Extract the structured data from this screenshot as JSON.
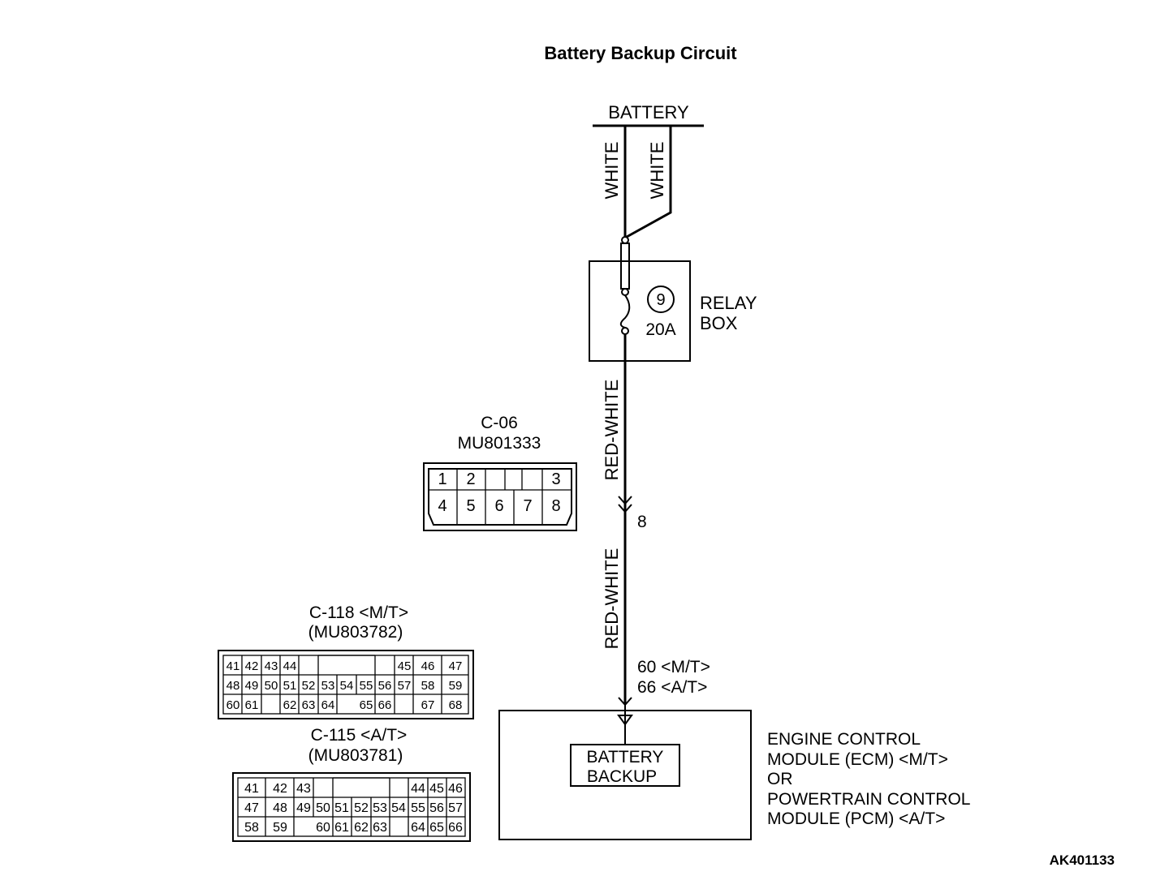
{
  "title": "Battery Backup Circuit",
  "battery_label": "BATTERY",
  "wires": {
    "white_left": "WHITE",
    "white_right": "WHITE",
    "red_white_upper": "RED-WHITE",
    "red_white_lower": "RED-WHITE"
  },
  "relay_box": {
    "fuse_number": "9",
    "rating": "20A",
    "label_line1": "RELAY",
    "label_line2": "BOX"
  },
  "connector_pin": "8",
  "ecm_pins": {
    "mt": "60 <M/T>",
    "at": "66 <A/T>"
  },
  "module": {
    "inner_line1": "BATTERY",
    "inner_line2": "BACKUP",
    "lines": [
      "ENGINE CONTROL",
      "MODULE (ECM) <M/T>",
      "OR",
      "POWERTRAIN CONTROL",
      "MODULE (PCM) <A/T>"
    ]
  },
  "connectors": {
    "c06": {
      "name": "C-06",
      "part": "MU801333",
      "row1": [
        "1",
        "2",
        "",
        "3"
      ],
      "row2": [
        "4",
        "5",
        "6",
        "7",
        "8"
      ]
    },
    "c118": {
      "name": "C-118 <M/T>",
      "part": "(MU803782)",
      "row1": [
        "41",
        "42",
        "43",
        "44",
        "45",
        "46",
        "47"
      ],
      "row2": [
        "48",
        "49",
        "50",
        "51",
        "52",
        "53",
        "54",
        "55",
        "56",
        "57",
        "58",
        "59"
      ],
      "row3": [
        "60",
        "61",
        "62",
        "63",
        "64",
        "65",
        "66",
        "67",
        "68"
      ]
    },
    "c115": {
      "name": "C-115 <A/T>",
      "part": "(MU803781)",
      "row1": [
        "41",
        "42",
        "43",
        "44",
        "45",
        "46"
      ],
      "row2": [
        "47",
        "48",
        "49",
        "50",
        "51",
        "52",
        "53",
        "54",
        "55",
        "56",
        "57"
      ],
      "row3": [
        "58",
        "59",
        "60",
        "61",
        "62",
        "63",
        "64",
        "65",
        "66"
      ]
    }
  },
  "figure_id": "AK401133"
}
